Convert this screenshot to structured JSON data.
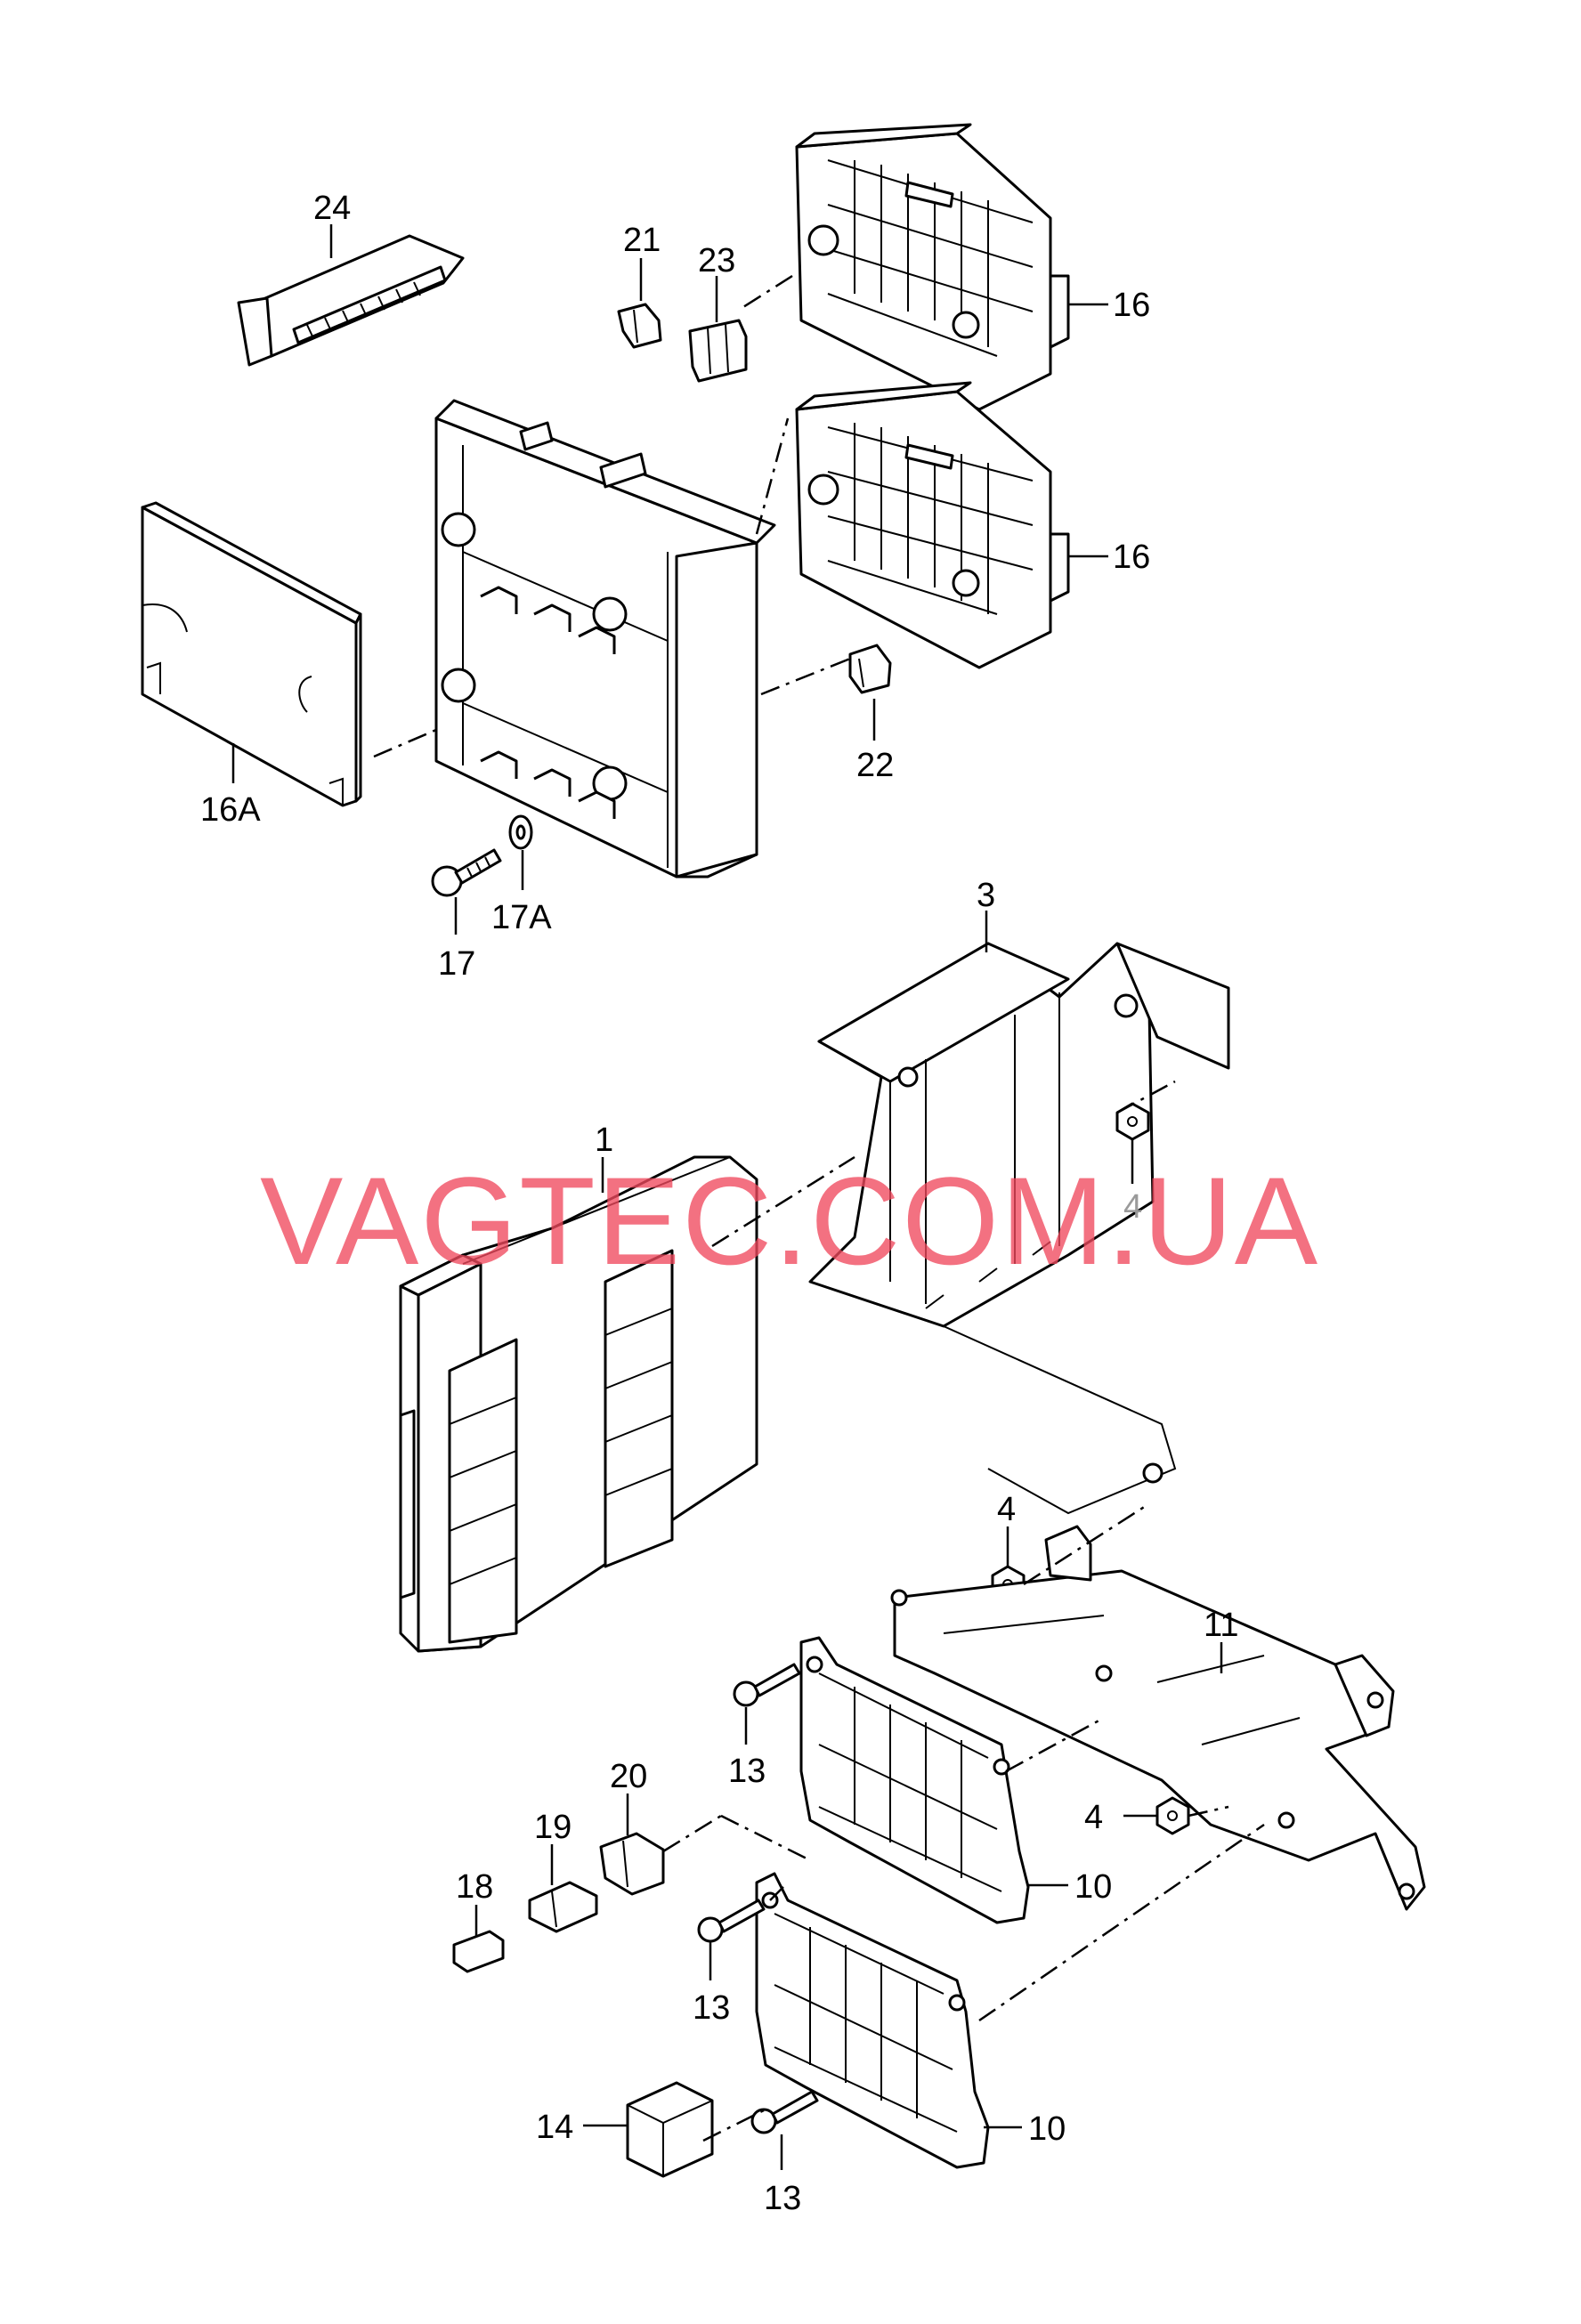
{
  "watermark": "VAGTEC.COM.UA",
  "callouts": {
    "c1": "1",
    "c3": "3",
    "c4a": "4",
    "c4b": "4",
    "c4c": "4",
    "c10a": "10",
    "c10b": "10",
    "c11": "11",
    "c13a": "13",
    "c13b": "13",
    "c13c": "13",
    "c14": "14",
    "c16a": "16",
    "c16b": "16",
    "c16A": "16A",
    "c17": "17",
    "c17A": "17A",
    "c18": "18",
    "c19": "19",
    "c20": "20",
    "c21": "21",
    "c22": "22",
    "c23": "23",
    "c24": "24"
  },
  "colors": {
    "line": "#000000",
    "watermark": "#f04a5e",
    "background": "#ffffff"
  }
}
